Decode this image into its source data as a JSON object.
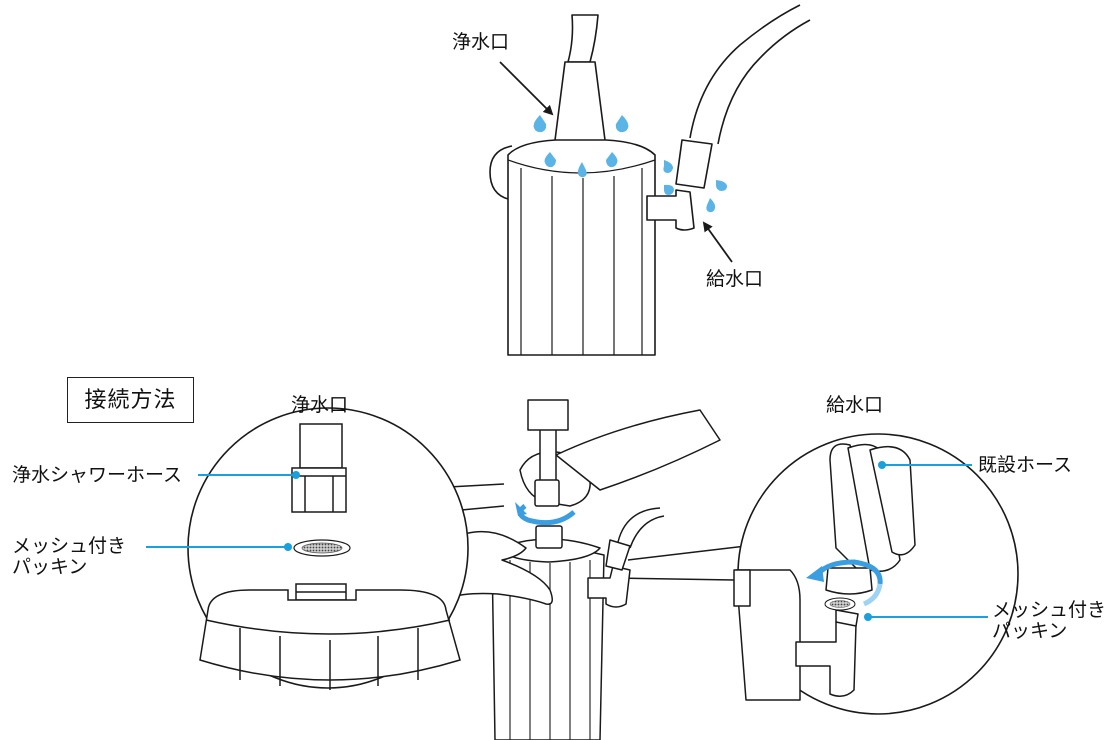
{
  "labels": {
    "top_purified_outlet": "浄水口",
    "top_supply_inlet": "給水口",
    "method_title": "接続方法",
    "left_panel_header": "浄水口",
    "right_panel_header": "給水口",
    "shower_hose": "浄水シャワーホース",
    "left_packing_line1": "メッシュ付き",
    "left_packing_line2": "パッキン",
    "existing_hose": "既設ホース",
    "right_packing_line1": "メッシュ付き",
    "right_packing_line2": "パッキン"
  },
  "colors": {
    "line": "#1a1a1a",
    "callout": "#1aa0dc",
    "water_drop": "#5ab4e6",
    "rotate_arrow": "#3a9ee0",
    "rotate_arrow_light": "#9fd3f3",
    "mesh": "#555555"
  },
  "icons": [
    "water-drop-icon",
    "rotate-arrow-icon",
    "leader-arrow-icon"
  ]
}
